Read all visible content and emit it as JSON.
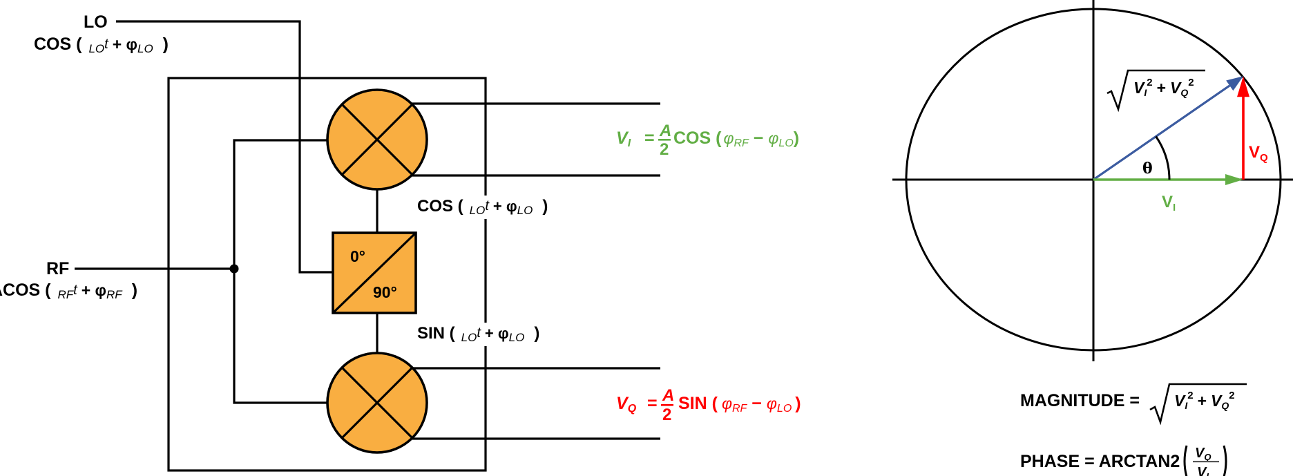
{
  "colors": {
    "block_fill": "#F9AE41",
    "in_phase": "#62AE45",
    "quadrature": "#FF0000",
    "magnitude_vector": "#3B5BA0",
    "wire": "#000000"
  },
  "inputs": {
    "lo": {
      "name": "LO",
      "expr_func": "COS (",
      "expr_sub1": "LO",
      "expr_t": "t",
      "expr_plus": "+ φ",
      "expr_sub2": "LO",
      "expr_close": ")"
    },
    "rf": {
      "name": "RF",
      "expr_func": "ACOS (",
      "expr_sub1": "RF",
      "expr_t": "t",
      "expr_plus": "+ φ",
      "expr_sub2": "RF",
      "expr_close": ")"
    }
  },
  "phase_splitter": {
    "label_top": "0°",
    "label_bottom": "90°"
  },
  "lo_branches": {
    "cos": {
      "func": "COS (",
      "sub1": "LO",
      "t": "t",
      "plus": "+ φ",
      "sub2": "LO",
      "close": ")"
    },
    "sin": {
      "func": "SIN (",
      "sub1": "LO",
      "t": "t",
      "plus": "+ φ",
      "sub2": "LO",
      "close": ")"
    }
  },
  "outputs": {
    "i": {
      "v": "V",
      "sub": "I",
      "eq": "=",
      "num": "A",
      "den": "2",
      "func": "COS (",
      "phi1": "φ",
      "s1": "RF",
      "minus": "−",
      "phi2": "φ",
      "s2": "LO",
      "close": ")"
    },
    "q": {
      "v": "V",
      "sub": "Q",
      "eq": "=",
      "num": "A",
      "den": "2",
      "func": "SIN (",
      "phi1": "φ",
      "s1": "RF",
      "minus": "−",
      "phi2": "φ",
      "s2": "LO",
      "close": ")"
    }
  },
  "phasor": {
    "vi_label": "V",
    "vi_sub": "I",
    "vq_label": "V",
    "vq_sub": "Q",
    "theta": "θ",
    "mag_v1": "V",
    "mag_s1": "I",
    "mag_e1": "2",
    "mag_plus": "+",
    "mag_v2": "V",
    "mag_s2": "Q",
    "mag_e2": "2",
    "vi_value": 1.0,
    "vq_value": 0.69
  },
  "formulas": {
    "magnitude_prefix": "MAGNITUDE =",
    "phase_prefix": "PHASE = ARCTAN2",
    "phase_num_v": "V",
    "phase_num_s": "Q",
    "phase_den_v": "V",
    "phase_den_s": "I"
  }
}
